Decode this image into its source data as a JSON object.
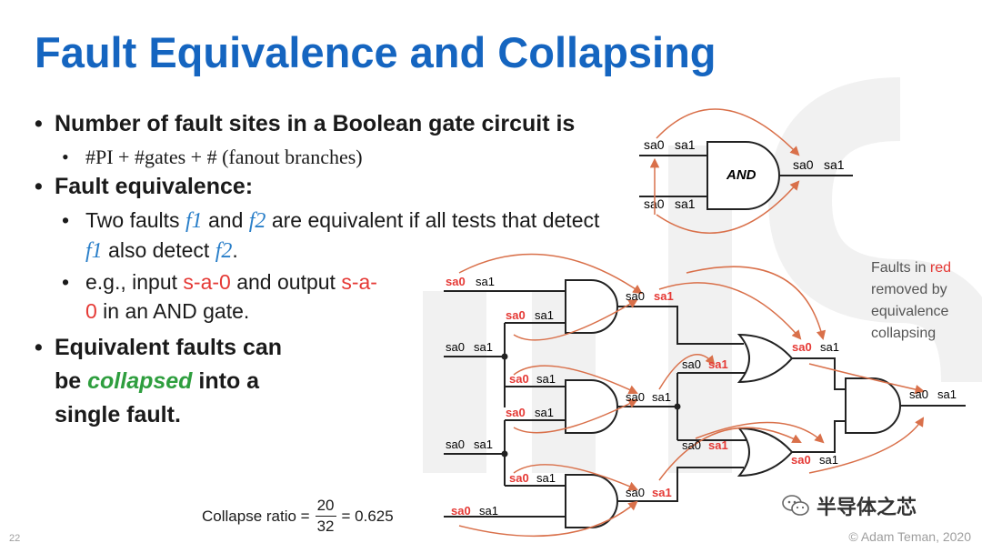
{
  "title": "Fault Equivalence and Collapsing",
  "bullets": {
    "b1": "Number of fault sites in a Boolean gate circuit is",
    "b1_sub": "#PI + #gates + # (fanout branches)",
    "b2": "Fault equivalence:",
    "b2_sub1_a": "Two faults ",
    "b2_sub1_f1": "f1",
    "b2_sub1_b": " and ",
    "b2_sub1_f2": "f2",
    "b2_sub1_c": " are equivalent if all tests that detect ",
    "b2_sub1_f1b": "f1",
    "b2_sub1_d": " also detect ",
    "b2_sub1_f2b": "f2",
    "b2_sub1_e": ".",
    "b2_sub2_a": "e.g., input ",
    "b2_sub2_red1": "s-a-0",
    "b2_sub2_b": " and output ",
    "b2_sub2_red2": "s-a-0",
    "b2_sub2_c": " in an AND gate.",
    "b3_a": "Equivalent faults can be ",
    "b3_green": "collapsed",
    "b3_b": " into a single fault."
  },
  "and_example": {
    "gate_label": "AND",
    "in_top": {
      "sa0": "sa0",
      "sa1": "sa1"
    },
    "in_bottom": {
      "sa0": "sa0",
      "sa1": "sa1"
    },
    "out": {
      "sa0": "sa0",
      "sa1": "sa1"
    }
  },
  "circuit_labels": {
    "pi1": {
      "sa0": "sa0",
      "sa1": "sa1"
    },
    "b2": {
      "sa0": "sa0",
      "sa1": "sa1"
    },
    "pi2": {
      "sa0": "sa0",
      "sa1": "sa1"
    },
    "b3": {
      "sa0": "sa0",
      "sa1": "sa1"
    },
    "b4": {
      "sa0": "sa0",
      "sa1": "sa1"
    },
    "pi3": {
      "sa0": "sa0",
      "sa1": "sa1"
    },
    "b5": {
      "sa0": "sa0",
      "sa1": "sa1"
    },
    "pi4": {
      "sa0": "sa0",
      "sa1": "sa1"
    },
    "a1": {
      "sa0": "sa0",
      "sa1": "sa1"
    },
    "a2": {
      "sa0": "sa0",
      "sa1": "sa1"
    },
    "a3": {
      "sa0": "sa0",
      "sa1": "sa1"
    },
    "or1in": {
      "sa0": "sa0",
      "sa1": "sa1"
    },
    "or2in": {
      "sa0": "sa0",
      "sa1": "sa1"
    },
    "o1": {
      "sa0": "sa0",
      "sa1": "sa1"
    },
    "o2": {
      "sa0": "sa0",
      "sa1": "sa1"
    },
    "out": {
      "sa0": "sa0",
      "sa1": "sa1"
    }
  },
  "note": {
    "a": "Faults in ",
    "red": "red",
    "b": " removed by equivalence collapsing"
  },
  "ratio": {
    "label": "Collapse ratio =",
    "num": "20",
    "den": "32",
    "result": "= 0.625"
  },
  "slide_number": "22",
  "copyright": "© Adam Teman, 2020",
  "wechat": "半导体之芯",
  "colors": {
    "title": "#1565c0",
    "red": "#e53935",
    "green": "#2e9e3e",
    "arrow": "#d9704a",
    "f_var": "#2a7fc9"
  },
  "icons": [
    "wechat-icon"
  ]
}
